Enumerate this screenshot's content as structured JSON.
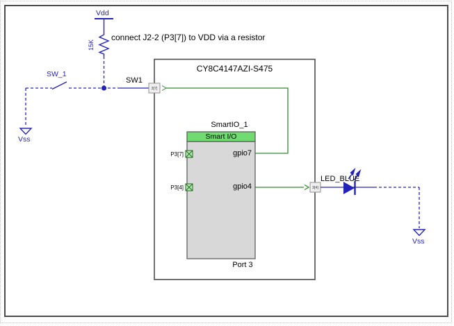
{
  "page": {
    "chip": {
      "title": "CY8C4147AZI-S475"
    },
    "annotation": "connect J2-2 (P3[7]) to VDD via a resistor",
    "vdd": {
      "label": "Vdd"
    },
    "resistor": {
      "value": "15K"
    },
    "switch": {
      "net": "SW_1",
      "pin_name": "SW1"
    },
    "vss_left": {
      "label": "Vss"
    },
    "vss_right": {
      "label": "Vss"
    },
    "led": {
      "label": "LED_BLUE"
    },
    "pin_left": {
      "label": "3[7]"
    },
    "pin_right": {
      "label": "3[4]"
    },
    "smartio": {
      "instance": "SmartIO_1",
      "header": "Smart I/O",
      "port": "Port 3",
      "terminals": [
        {
          "port_pin": "P3[7]",
          "gpio": "gpio7"
        },
        {
          "port_pin": "P3[4]",
          "gpio": "gpio4"
        }
      ]
    },
    "colors": {
      "offchip_blue": "#2323b8",
      "wire_green": "#2e8b2e",
      "smartio_header_green": "#70db70",
      "smartio_body_gray": "#d8d8d8",
      "terminal_green_fill": "#b5e6b5",
      "chip_border": "#4b4b4b"
    }
  }
}
